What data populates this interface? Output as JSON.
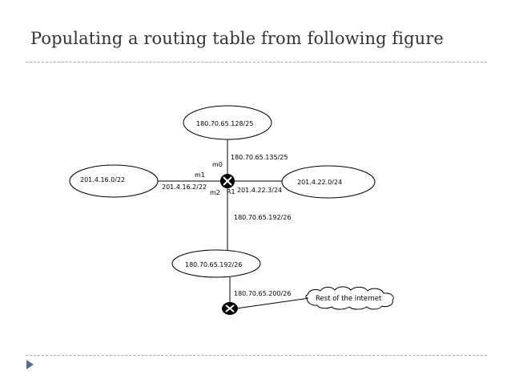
{
  "title": "Populating a routing table from following figure",
  "networks": {
    "top": "180.70.65.128/25",
    "left": "201.4.16.0/22",
    "right": "201.4.22.0/24",
    "bottom": "180.70.65.192/26"
  },
  "router": {
    "name": "R1",
    "m0": "m0",
    "m1": "m1",
    "m2": "m2",
    "m0_addr": "180.70.65.135/25",
    "m1_addr": "201.4.16.2/22",
    "m2_addr": "201.4.22.3/24",
    "bottom_link_addr": "180.70.65.192/26"
  },
  "gateway": {
    "addr": "180.70.65.200/26"
  },
  "internet": {
    "label": "Rest of the internet"
  },
  "colors": {
    "title": "#333333",
    "rule": "#a9a9a9",
    "bullet": "#4e6f9c"
  }
}
